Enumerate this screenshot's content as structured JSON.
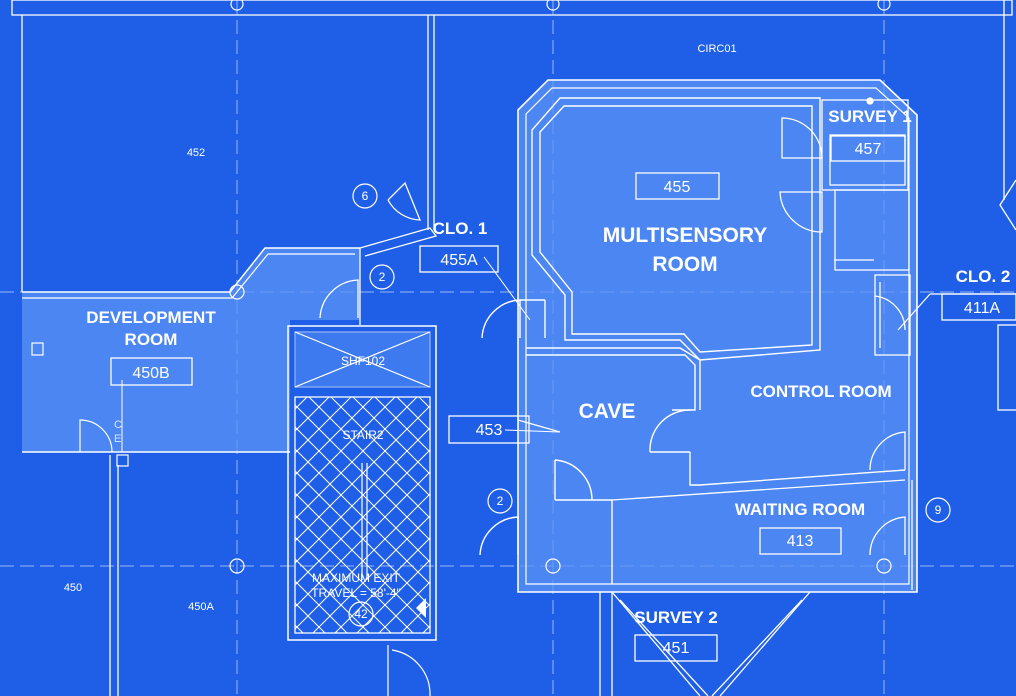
{
  "rooms": {
    "circ01": "CIRC01",
    "r452": "452",
    "r450": "450",
    "r450a": "450A",
    "clo1_name": "CLO. 1",
    "clo1_tag": "455A",
    "multisensory_line1": "MULTISENSORY",
    "multisensory_line2": "ROOM",
    "multisensory_tag": "455",
    "survey1_name": "SURVEY 1",
    "survey1_tag": "457",
    "clo2_name": "CLO. 2",
    "clo2_tag": "411A",
    "development_line1": "DEVELOPMENT",
    "development_line2": "ROOM",
    "development_tag": "450B",
    "shaft": "SHF102",
    "stair": "STAIR2",
    "exit_line1": "MAXIMUM EXIT",
    "exit_line2": "TRAVEL = 58'-4\"",
    "exit_marker": "42",
    "cave_name": "CAVE",
    "cave_tag": "453",
    "control_room": "CONTROL ROOM",
    "waiting_room": "WAITING ROOM",
    "waiting_tag": "413",
    "survey2_name": "SURVEY 2",
    "survey2_tag": "451",
    "partial_text": "C\nE"
  },
  "grid_bubbles": [
    "6",
    "2",
    "2",
    "9"
  ],
  "colors": {
    "background": "#1f5fe8",
    "room_fill": "#5b93f7",
    "line": "#ffffff"
  }
}
